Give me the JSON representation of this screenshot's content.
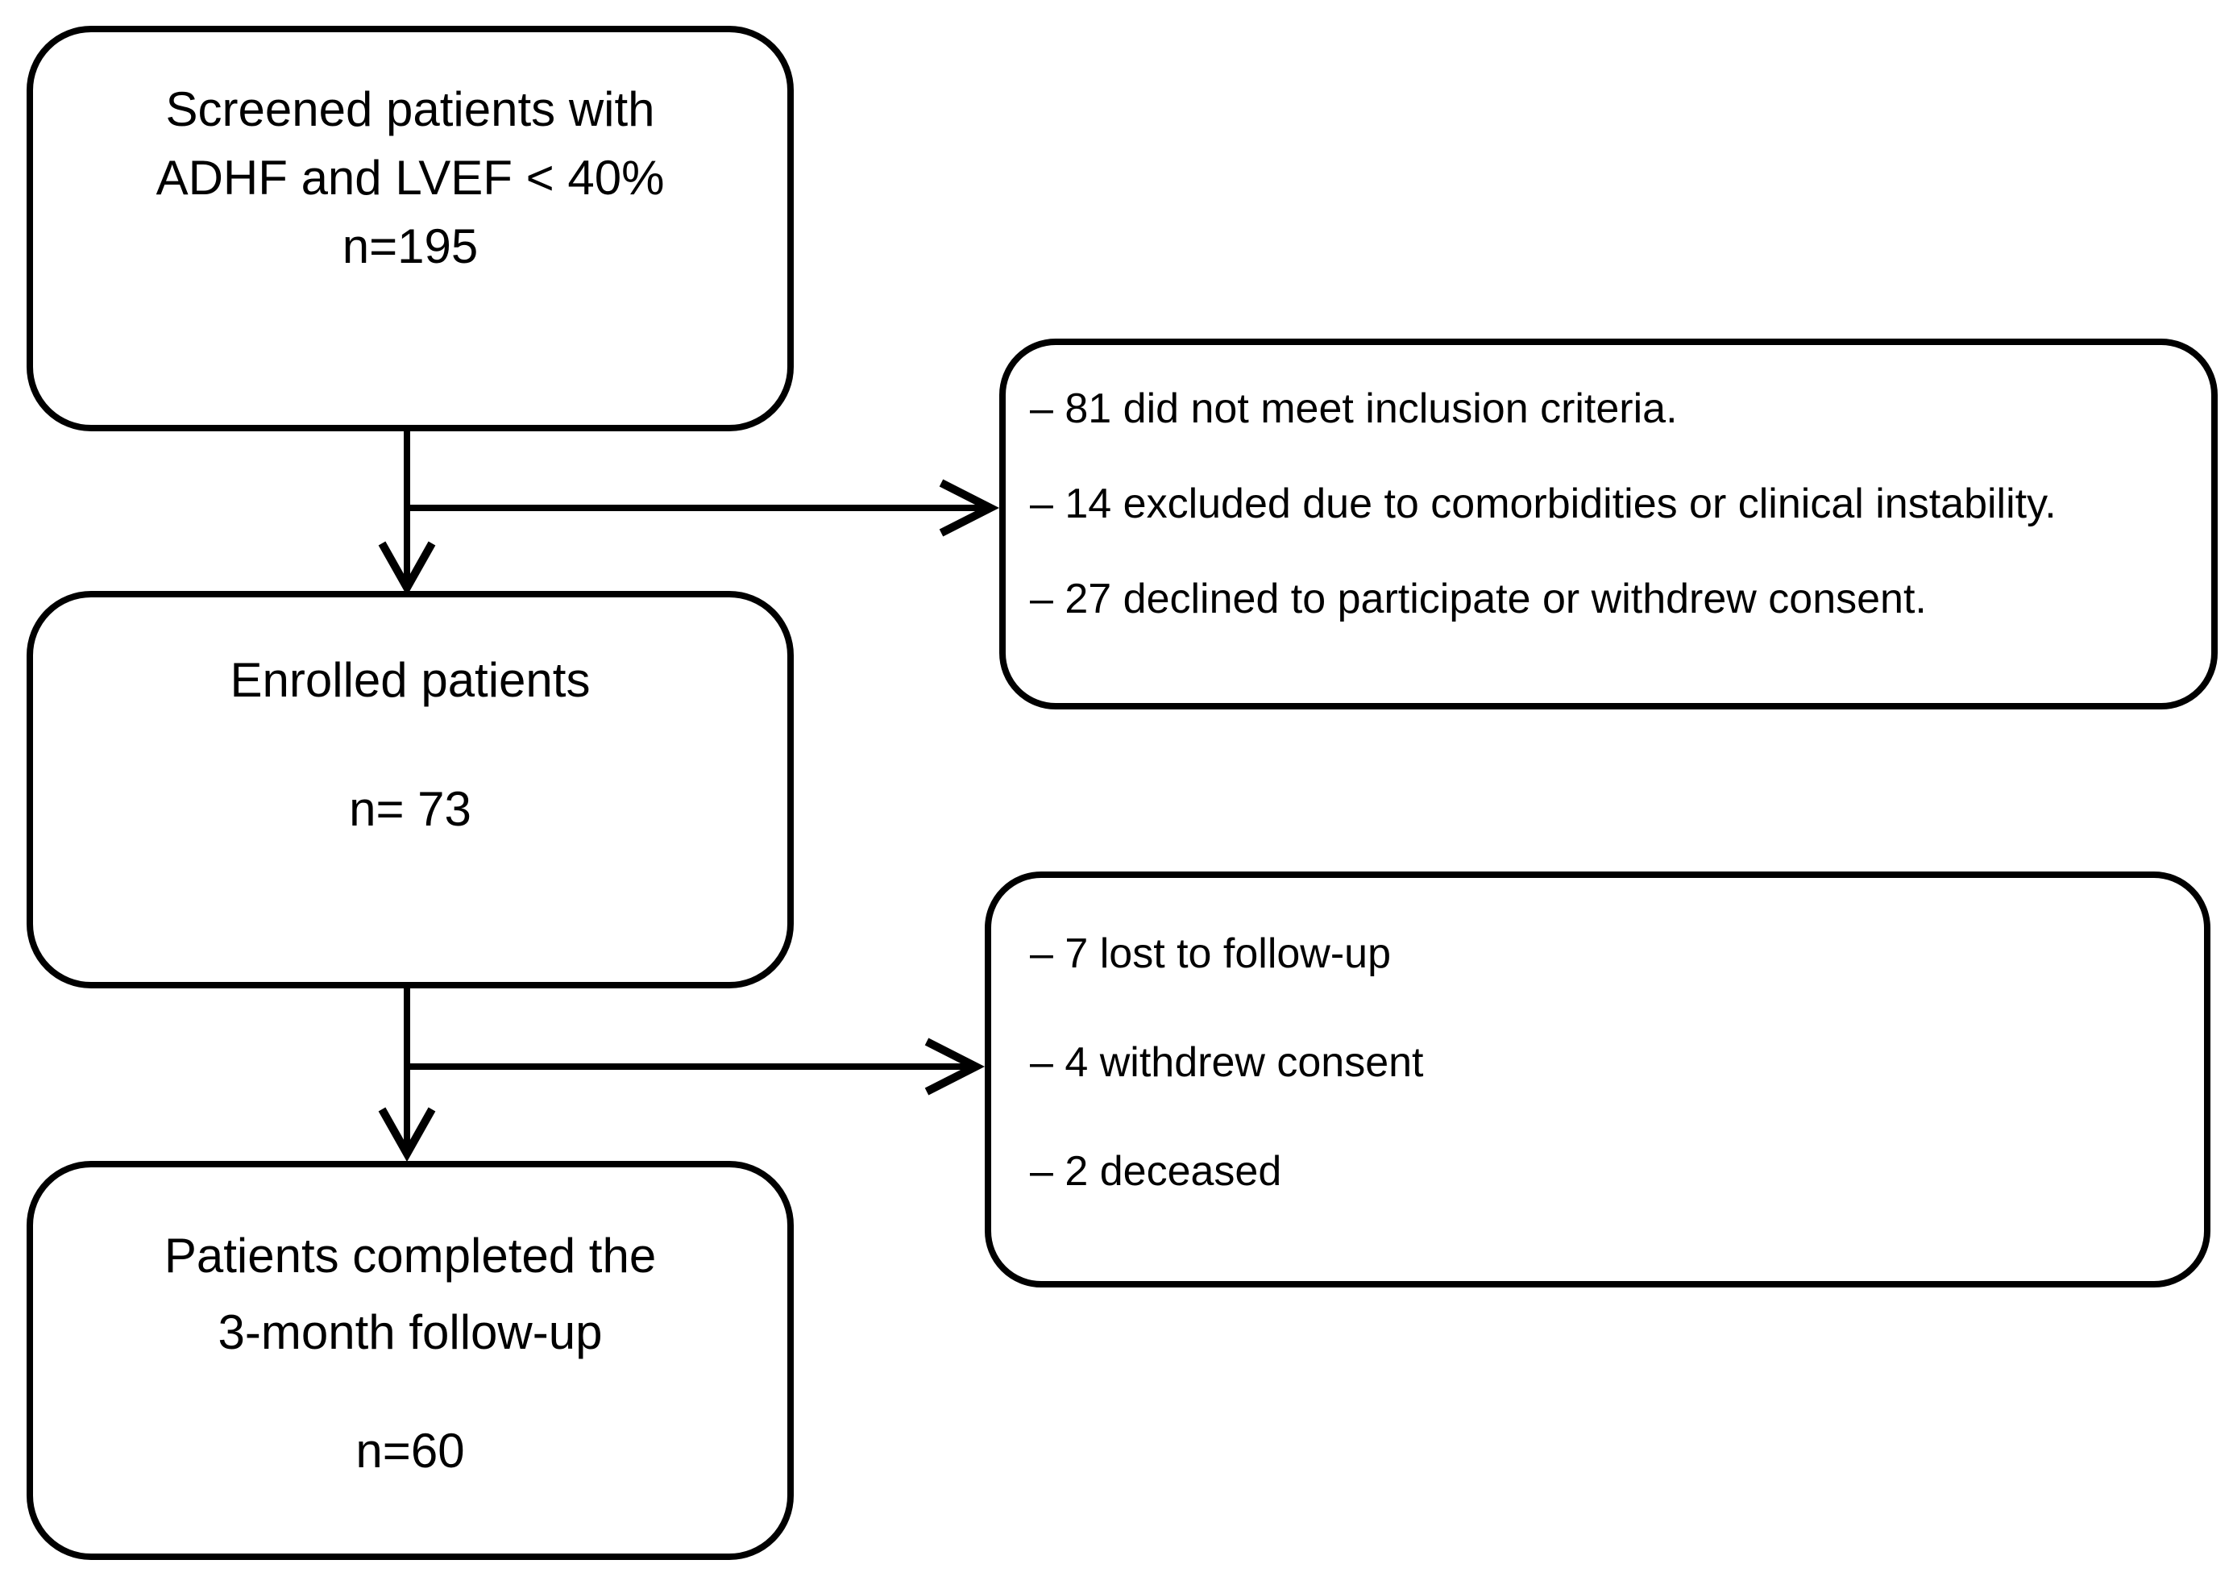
{
  "diagram": {
    "colors": {
      "ink": "#000000",
      "background": "#ffffff"
    },
    "screened_box": {
      "lines": [
        "Screened patients with",
        "ADHF and LVEF < 40%"
      ],
      "count": "n=195"
    },
    "enrolled_box": {
      "title": "Enrolled patients",
      "count": "n= 73"
    },
    "completed_box": {
      "lines": [
        "Patients completed the",
        "3-month follow-up"
      ],
      "count": "n=60"
    },
    "exclusion_box_1": {
      "items": [
        "– 81 did not meet inclusion criteria.",
        "– 14 excluded due to comorbidities or clinical instability.",
        "– 27 declined to participate or withdrew consent."
      ]
    },
    "exclusion_box_2": {
      "items": [
        "– 7 lost to follow-up",
        "– 4 withdrew consent",
        "– 2 deceased"
      ]
    }
  }
}
